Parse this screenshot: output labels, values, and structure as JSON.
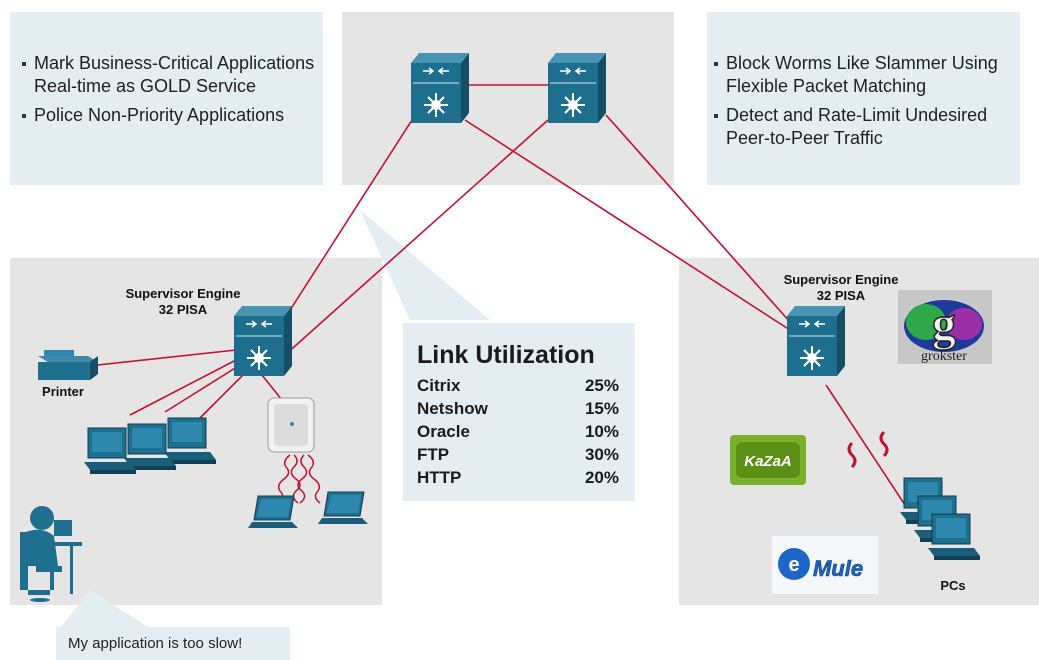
{
  "left_box": {
    "bullets": [
      "Mark Business-Critical Applications Real-time as GOLD Service",
      "Police Non-Priority Applications"
    ]
  },
  "right_box": {
    "bullets": [
      "Block Worms Like Slammer Using Flexible Packet Matching",
      "Detect and Rate-Limit Undesired Peer-to-Peer Traffic"
    ]
  },
  "left_site": {
    "switch_label_line1": "Supervisor Engine",
    "switch_label_line2": "32 PISA",
    "printer_label": "Printer"
  },
  "right_site": {
    "switch_label_line1": "Supervisor Engine",
    "switch_label_line2": "32 PISA",
    "pcs_label": "PCs",
    "logos": [
      "grokster",
      "KaZaA",
      "eMule"
    ]
  },
  "link_utilization": {
    "title": "Link Utilization",
    "rows": [
      {
        "app": "Citrix",
        "pct": "25%"
      },
      {
        "app": "Netshow",
        "pct": "15%"
      },
      {
        "app": "Oracle",
        "pct": "10%"
      },
      {
        "app": "FTP",
        "pct": "30%"
      },
      {
        "app": "HTTP",
        "pct": "20%"
      }
    ]
  },
  "user_callout": "My application is too slow!",
  "colors": {
    "link": "#c8102e",
    "switch": "#1e6e8e",
    "box_blue": "#e4eef2",
    "box_grey": "#e5e5e5"
  }
}
